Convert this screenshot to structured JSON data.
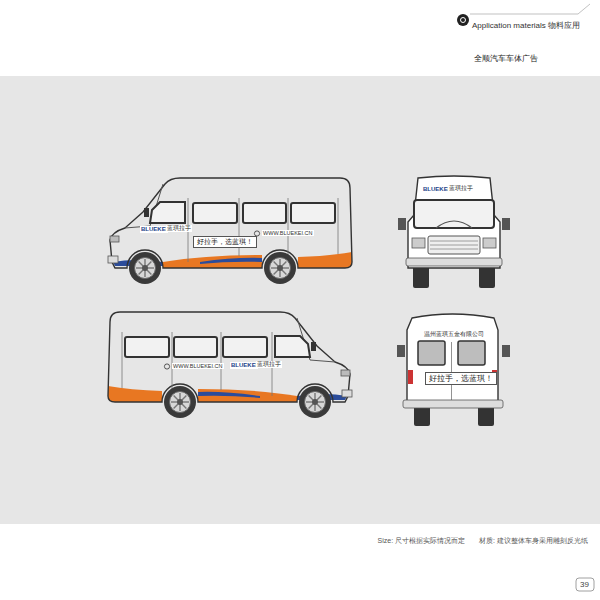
{
  "diagram": {
    "title": "全顺汽车车体广告",
    "labels": [
      "Application materials 物料应用",
      "BLUEKEI",
      "蓝琪拉手",
      "好拉手，选蓝琪！",
      "WWW.BLUEKEI.CN",
      "BLUEKEI",
      "蓝琪拉手",
      "WWW.BLUEKEI.CN",
      "BLUEKEI",
      "蓝琪拉手",
      "温州蓝琪五金有限公司",
      "好拉手，选蓝琪！",
      "Size: 尺寸根据实际情况而定",
      "材质: 建议整体车身采用雕刻反光纸",
      "39"
    ]
  }
}
